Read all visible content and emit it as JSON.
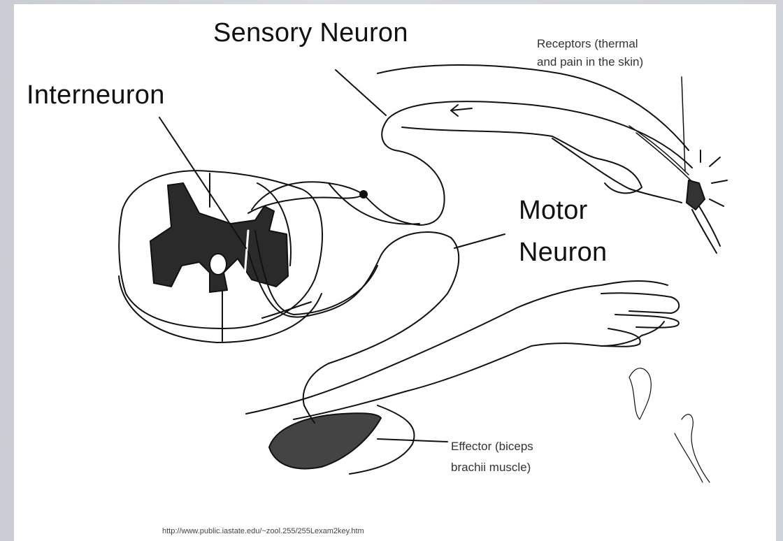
{
  "labels": {
    "sensory_neuron": "Sensory Neuron",
    "interneuron": "Interneuron",
    "motor_neuron_line1": "Motor",
    "motor_neuron_line2": "Neuron",
    "receptors_line1": "Receptors (thermal",
    "receptors_line2": "and pain in the skin)",
    "effector_line1": "Effector (biceps",
    "effector_line2": "brachii muscle)"
  },
  "source_url": "http://www.public.iastate.edu/~zool.255/255Lexam2key.htm"
}
